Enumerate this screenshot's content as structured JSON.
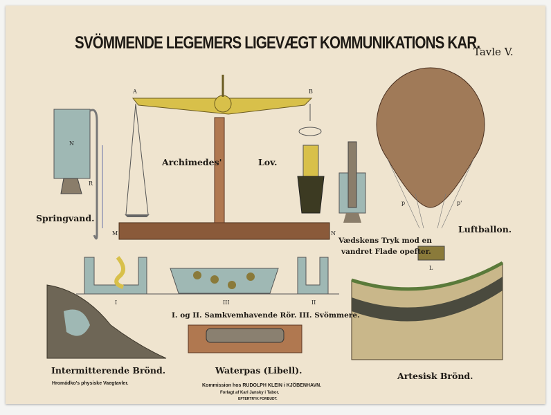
{
  "title": "SVÖMMENDE LEGEMERS LIGEVÆGT KOMMUNIKATIONS KAR.",
  "plate": "Tavle V.",
  "captions": {
    "archimedes": "Archimedes'",
    "law": "Lov.",
    "fountain": "Springvand.",
    "balloon": "Luftballon.",
    "pressure_1": "Vædskens Tryk mod en",
    "pressure_2": "vandret Flade opefter.",
    "vessels": "I. og II. Samkvemhavende Rör. III. Svömmere.",
    "intermittent": "Intermitterende Brönd.",
    "level": "Waterpas (Libell).",
    "artesian": "Artesisk Brönd."
  },
  "imprint": {
    "series": "Hromádko's physiske Vaegtavler.",
    "commission": "Kommission hos RUDOLPH KLEIN i KJÖBENHAVN.",
    "publisher": "Forlagt af Karl Jansky i Tabor.",
    "notice": "EFTERTRYK FORBUDT."
  },
  "colors": {
    "paper": "#efe4cf",
    "brass": "#d8c04a",
    "wood": "#8a5a3a",
    "water": "#9fb8b4"
  }
}
